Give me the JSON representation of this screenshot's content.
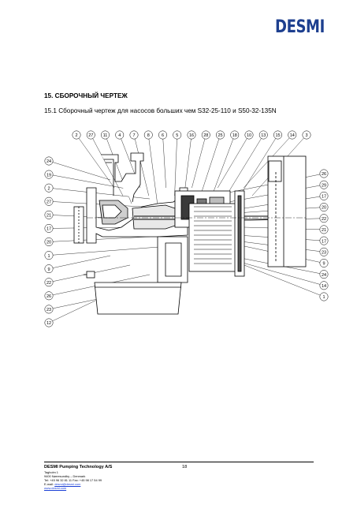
{
  "header": {
    "logo_text": "DESMI"
  },
  "section": {
    "heading": "15.  СБОРОЧНЫЙ ЧЕРТЕЖ",
    "subheading": "15.1   Сборочный чертеж для насосов больших чем S32-25-110 и S50-32-135N"
  },
  "drawing": {
    "top_labels": [
      "2",
      "27",
      "11",
      "4",
      "7",
      "8",
      "6",
      "5",
      "16",
      "28",
      "25",
      "18",
      "10",
      "13",
      "15",
      "14",
      "3"
    ],
    "left_labels": [
      "24",
      "19",
      "2",
      "27",
      "21",
      "17",
      "20",
      "1",
      "9",
      "22",
      "26",
      "23",
      "12"
    ],
    "right_labels": [
      "26",
      "29",
      "17",
      "20",
      "22",
      "21",
      "17",
      "23",
      "9",
      "24",
      "14",
      "1"
    ]
  },
  "footer": {
    "company": "DESMI Pumping Technology A/S",
    "page": "18",
    "address1": "Tagholm 1",
    "address2": "9400 Nørresundby – Denmark",
    "phone": "Tel: +45 96 32 81 11 Fax: +45 98 17 54 99",
    "email_label": "E-mail:",
    "email": "desmi@desmi.com",
    "web": "www.desmi.com"
  }
}
